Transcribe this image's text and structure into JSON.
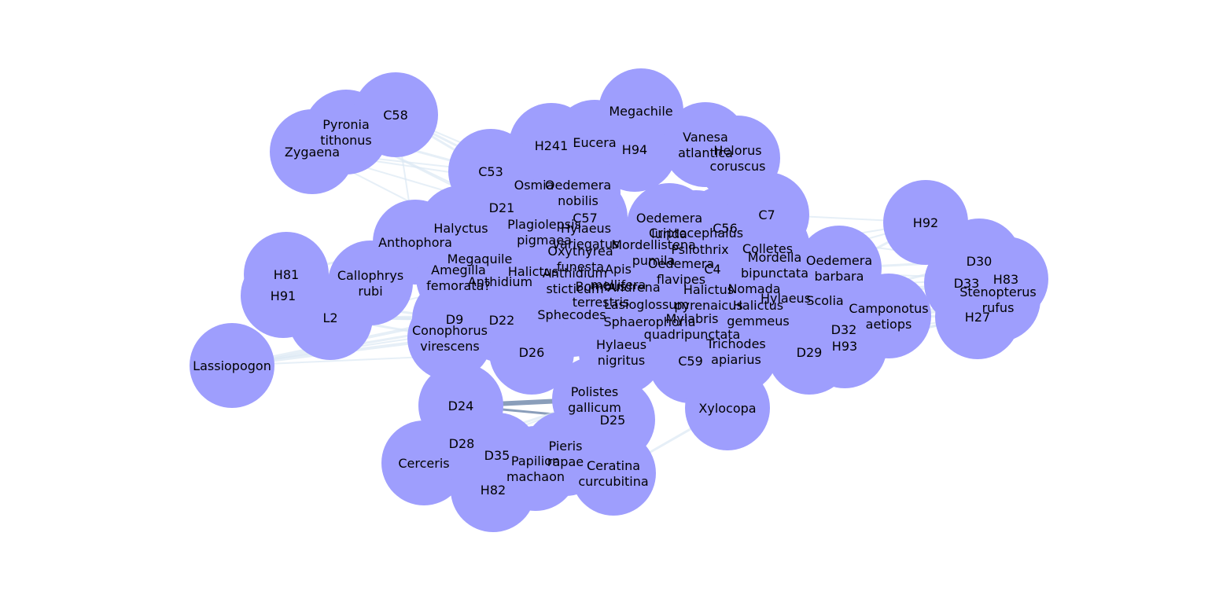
{
  "graph": {
    "node_color": "#9e9efd",
    "edge_color_light": "#dce8f4",
    "edge_color_dark": "#7d93b2",
    "nodes": [
      {
        "id": "Zygaena",
        "label": "Zygaena"
      },
      {
        "id": "Pyronia tithonus",
        "label": "Pyronia\ntithonus"
      },
      {
        "id": "C58",
        "label": "C58"
      },
      {
        "id": "Megachile",
        "label": "Megachile"
      },
      {
        "id": "H241",
        "label": "H241"
      },
      {
        "id": "Eucera",
        "label": "Eucera"
      },
      {
        "id": "H94",
        "label": "H94"
      },
      {
        "id": "Vanesa atlantica",
        "label": "Vanesa\natlantica"
      },
      {
        "id": "Helorus coruscus",
        "label": "Helorus\ncoruscus"
      },
      {
        "id": "C53",
        "label": "C53"
      },
      {
        "id": "Osmia",
        "label": "Osmia"
      },
      {
        "id": "Oedemera nobilis",
        "label": "Oedemera\nnobilis"
      },
      {
        "id": "C7",
        "label": "C7"
      },
      {
        "id": "D21",
        "label": "D21"
      },
      {
        "id": "Halyctus",
        "label": "Halyctus"
      },
      {
        "id": "C57",
        "label": "C57"
      },
      {
        "id": "Oedemera lurida",
        "label": "Oedemera\nlurida"
      },
      {
        "id": "C56",
        "label": "C56"
      },
      {
        "id": "Anthophora",
        "label": "Anthophora"
      },
      {
        "id": "Plagiolepsis pigmaea",
        "label": "Plagiolepsis\npigmaea"
      },
      {
        "id": "Hylaeus variegatus",
        "label": "Hylaeus\nvariegatus"
      },
      {
        "id": "Criptocephalus",
        "label": "Criptocephalus"
      },
      {
        "id": "H92",
        "label": "H92"
      },
      {
        "id": "Psilothrix",
        "label": "Psilothrix"
      },
      {
        "id": "Colletes",
        "label": "Colletes"
      },
      {
        "id": "Mordellistena pumila",
        "label": "Mordellistena\npumila"
      },
      {
        "id": "Oxythyrea funesta",
        "label": "Oxythyrea\nfunesta"
      },
      {
        "id": "Megaquile",
        "label": "Megaquile"
      },
      {
        "id": "Mordella bipunctata",
        "label": "Mordella\nbipunctata"
      },
      {
        "id": "Oedemera barbara",
        "label": "Oedemera\nbarbara"
      },
      {
        "id": "D30",
        "label": "D30"
      },
      {
        "id": "H81",
        "label": "H81"
      },
      {
        "id": "Callophrys rubi",
        "label": "Callophrys\nrubi"
      },
      {
        "id": "Amegilla femorata",
        "label": "Amegilla\nfemorata?"
      },
      {
        "id": "Halictus",
        "label": "Halictus"
      },
      {
        "id": "Anthidium sticticum",
        "label": "Anthidium\nsticticum"
      },
      {
        "id": "Apis mellifera",
        "label": "Apis\nmellifera"
      },
      {
        "id": "Oedemera flavipes",
        "label": "Oedemera\nflavipes"
      },
      {
        "id": "C4",
        "label": "C4"
      },
      {
        "id": "H83",
        "label": "H83"
      },
      {
        "id": "D33",
        "label": "D33"
      },
      {
        "id": "Anthidium",
        "label": "Anthidium"
      },
      {
        "id": "Bombus terrestris",
        "label": "Bombus\nterrestris"
      },
      {
        "id": "Andrena",
        "label": "Andrena"
      },
      {
        "id": "Halictus pyrenaicus",
        "label": "Halictus\npyrenaicus"
      },
      {
        "id": "Nomada",
        "label": "Nomada"
      },
      {
        "id": "Stenopterus rufus",
        "label": "Stenopterus\nrufus"
      },
      {
        "id": "H91",
        "label": "H91"
      },
      {
        "id": "Lasioglossum",
        "label": "Lasioglossum"
      },
      {
        "id": "Hylaeus",
        "label": "Hylaeus"
      },
      {
        "id": "Scolia",
        "label": "Scolia"
      },
      {
        "id": "Halictus gemmeus",
        "label": "Halictus\ngemmeus"
      },
      {
        "id": "Camponotus aetiops",
        "label": "Camponotus\naetiops"
      },
      {
        "id": "L2",
        "label": "L2"
      },
      {
        "id": "Sphecodes",
        "label": "Sphecodes"
      },
      {
        "id": "H27",
        "label": "H27"
      },
      {
        "id": "D9",
        "label": "D9"
      },
      {
        "id": "D22",
        "label": "D22"
      },
      {
        "id": "Sphaerophoria",
        "label": "Sphaerophoria"
      },
      {
        "id": "Mylabris quadripunctata",
        "label": "Mylabris\nquadripunctata"
      },
      {
        "id": "Conophorus virescens",
        "label": "Conophorus\nvirescens"
      },
      {
        "id": "D32",
        "label": "D32"
      },
      {
        "id": "Trichodes apiarius",
        "label": "Trichodes\napiarius"
      },
      {
        "id": "Hylaeus nigritus",
        "label": "Hylaeus\nnigritus"
      },
      {
        "id": "H93",
        "label": "H93"
      },
      {
        "id": "D26",
        "label": "D26"
      },
      {
        "id": "D29",
        "label": "D29"
      },
      {
        "id": "Lassiopogon",
        "label": "Lassiopogon"
      },
      {
        "id": "C59",
        "label": "C59"
      },
      {
        "id": "Polistes gallicum",
        "label": "Polistes\ngallicum"
      },
      {
        "id": "D24",
        "label": "D24"
      },
      {
        "id": "Xylocopa",
        "label": "Xylocopa"
      },
      {
        "id": "D25",
        "label": "D25"
      },
      {
        "id": "Pieris rapae",
        "label": "Pieris\nrapae"
      },
      {
        "id": "D28",
        "label": "D28"
      },
      {
        "id": "D35",
        "label": "D35"
      },
      {
        "id": "Papilion machaon",
        "label": "Papilion\nmachaon"
      },
      {
        "id": "Cerceris",
        "label": "Cerceris"
      },
      {
        "id": "Ceratina curcubitina",
        "label": "Ceratina\ncurcubitina"
      },
      {
        "id": "H82",
        "label": "H82"
      }
    ]
  }
}
